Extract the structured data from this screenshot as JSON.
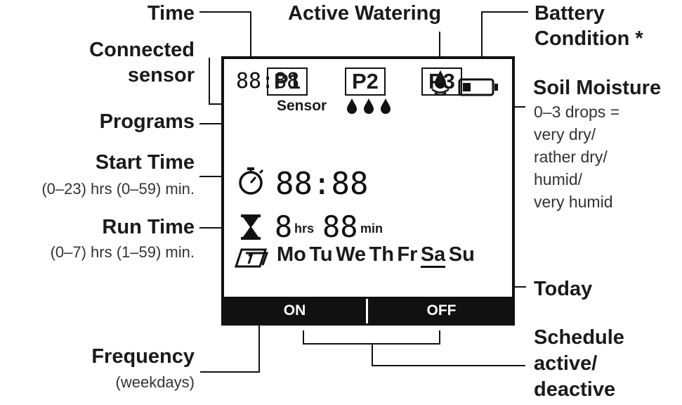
{
  "labels": {
    "time": "Time",
    "active_watering": "Active Watering",
    "battery_line1": "Battery",
    "battery_line2": "Condition *",
    "connected_line1": "Connected",
    "connected_line2": "sensor",
    "soil_moisture": "Soil Moisture",
    "soil_desc": [
      "0–3 drops =",
      "very dry/",
      "rather dry/",
      "humid/",
      "very humid"
    ],
    "programs": "Programs",
    "start_time": "Start Time",
    "start_time_range": "(0–23) hrs (0–59) min.",
    "run_time": "Run Time",
    "run_time_range": "(0–7) hrs (1–59) min.",
    "today": "Today",
    "frequency": "Frequency",
    "frequency_sub": "(weekdays)",
    "schedule_line1": "Schedule",
    "schedule_line2": "active/",
    "schedule_line3": "deactive"
  },
  "display": {
    "time": "88:88",
    "sensor": "Sensor",
    "programs": [
      "P1",
      "P2",
      "P3"
    ],
    "start_time": "88:88",
    "run_hours": "8",
    "hrs_unit": "hrs",
    "run_minutes": "88",
    "min_unit": "min",
    "days": [
      "Mo",
      "Tu",
      "We",
      "Th",
      "Fr",
      "Sa",
      "Su"
    ],
    "today": "Sa",
    "on": "ON",
    "off": "OFF"
  },
  "icons": {
    "watering": "water-drop-icon",
    "battery": "battery-low-icon",
    "moisture": "water-drop-icon",
    "start": "stopwatch-icon",
    "run": "hourglass-icon",
    "frequency": "calendar-icon"
  }
}
